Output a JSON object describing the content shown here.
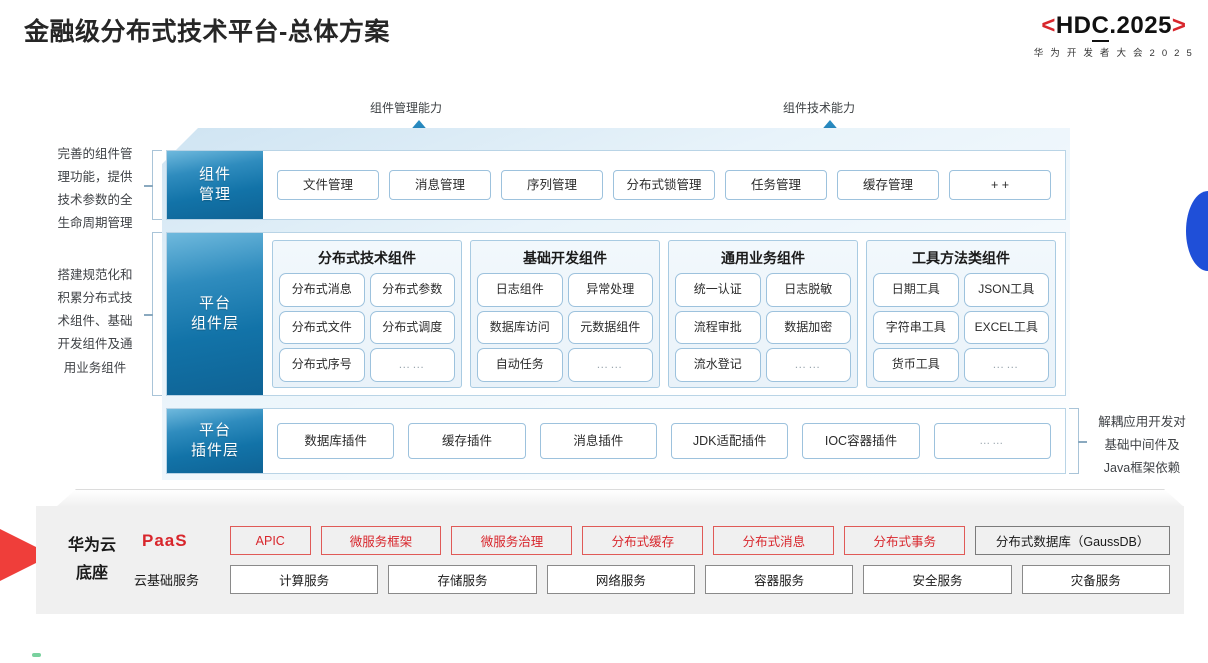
{
  "header": {
    "title": "金融级分布式技术平台-总体方案",
    "logo": {
      "bracket_left": "<",
      "main": "HDC.2025",
      "hdc_part1": "HD",
      "hdc_part2": "C",
      "hdc_part3": ".2025",
      "bracket_right": ">",
      "subtitle": "华 为 开 发 者 大 会 2 0 2 5",
      "bracket_color": "#d8262c"
    }
  },
  "callouts": {
    "arrow_left_label": "组件管理能力",
    "arrow_right_label": "组件技术能力"
  },
  "side_notes": {
    "left_top": "完善的组件管\n理功能，提供\n技术参数的全\n生命周期管理",
    "left_bottom": "搭建规范化和\n积累分布式技\n术组件、基础\n开发组件及通\n用业务组件",
    "right": "解耦应用开发对\n基础中间件及\nJava框架依赖"
  },
  "bands": [
    {
      "id": "manage",
      "label": "组件\n管理",
      "label_line1": "组件",
      "label_line2": "管理",
      "chips": [
        "文件管理",
        "消息管理",
        "序列管理",
        "分布式锁管理",
        "任务管理",
        "缓存管理",
        "+ +"
      ]
    },
    {
      "id": "plugin",
      "label_line1": "平台",
      "label_line2": "插件层",
      "chips": [
        "数据库插件",
        "缓存插件",
        "消息插件",
        "JDK适配插件",
        "IOC容器插件",
        "……"
      ]
    }
  ],
  "component_layer": {
    "label_line1": "平台",
    "label_line2": "组件层",
    "groups": [
      {
        "title": "分布式技术组件",
        "items": [
          "分布式消息",
          "分布式参数",
          "分布式文件",
          "分布式调度",
          "分布式序号",
          "……"
        ]
      },
      {
        "title": "基础开发组件",
        "items": [
          "日志组件",
          "异常处理",
          "数据库访问",
          "元数据组件",
          "自动任务",
          "……"
        ]
      },
      {
        "title": "通用业务组件",
        "items": [
          "统一认证",
          "日志脱敏",
          "流程审批",
          "数据加密",
          "流水登记",
          "……"
        ]
      },
      {
        "title": "工具方法类组件",
        "items": [
          "日期工具",
          "JSON工具",
          "字符串工具",
          "EXCEL工具",
          "货币工具",
          "……"
        ]
      }
    ]
  },
  "base": {
    "title_line1": "华为云",
    "title_line2": "底座",
    "paas_label": "PaaS",
    "basic_label": "云基础服务",
    "paas_items": [
      {
        "text": "APIC",
        "style": "red",
        "flex": 0.66
      },
      {
        "text": "微服务框架",
        "style": "red",
        "flex": 1
      },
      {
        "text": "微服务治理",
        "style": "red",
        "flex": 1
      },
      {
        "text": "分布式缓存",
        "style": "red",
        "flex": 1
      },
      {
        "text": "分布式消息",
        "style": "red",
        "flex": 1
      },
      {
        "text": "分布式事务",
        "style": "red",
        "flex": 1
      },
      {
        "text": "分布式数据库（GaussDB）",
        "style": "gray",
        "flex": 1.62
      }
    ],
    "basic_items": [
      "计算服务",
      "存储服务",
      "网络服务",
      "容器服务",
      "安全服务",
      "灾备服务"
    ]
  },
  "colors": {
    "accent_blue": "#1273a8",
    "accent_red": "#d8262c",
    "blue_dot": "#1f4fd8",
    "red_wedge": "#ef3e3a",
    "base_gray": "#f0f0f0"
  }
}
